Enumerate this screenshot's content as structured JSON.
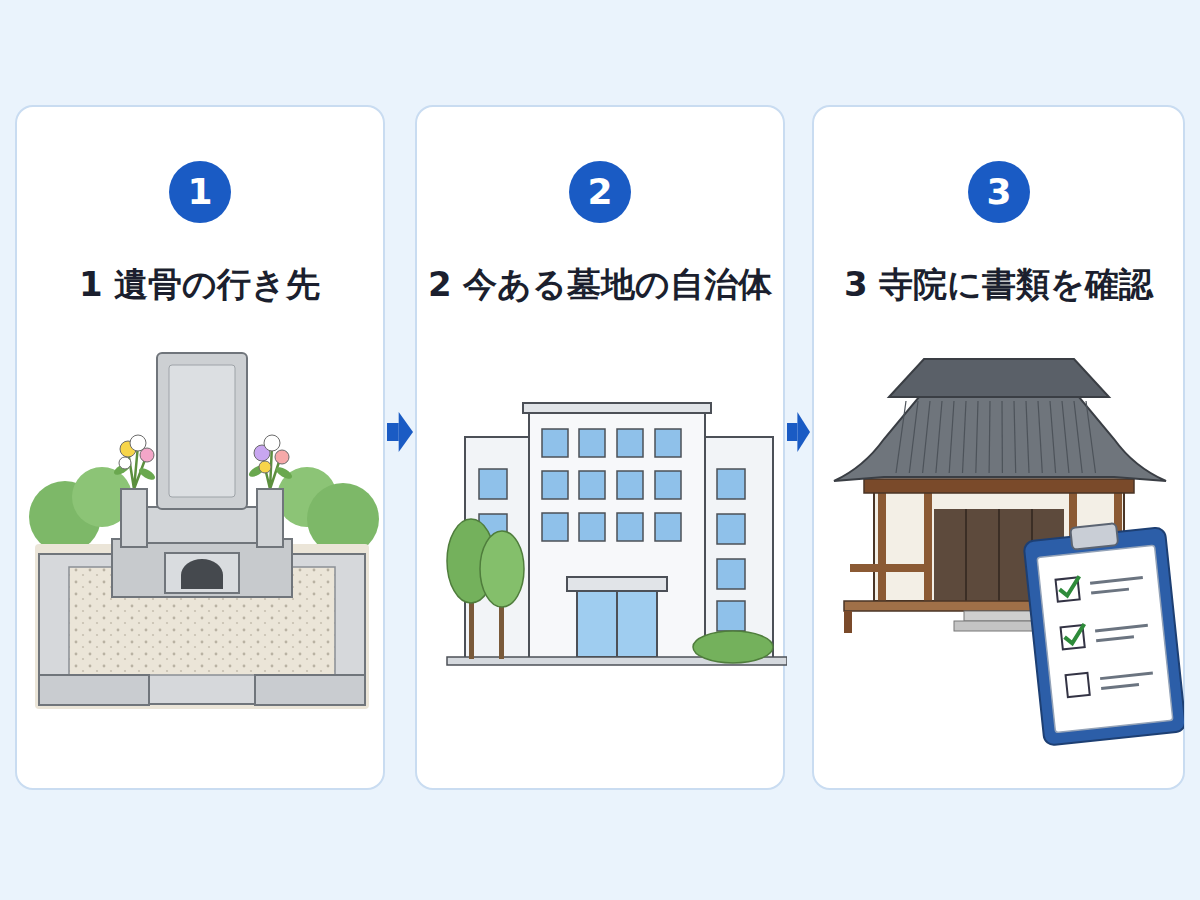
{
  "diagram": {
    "nodes": [
      {
        "text": [
          "1 遺骨の行き先"
        ]
      },
      {
        "text": [
          "1"
        ],
        "in": 0
      },
      {
        "text": [
          "2 今ある墓地の自治体"
        ]
      },
      {
        "text": [
          "2"
        ],
        "in": 2
      },
      {
        "text": [
          "3 寺院に書類を確認"
        ]
      },
      {
        "text": [
          "3"
        ],
        "in": 4
      }
    ],
    "edges": [
      {
        "from": 0,
        "to": 2,
        "arrow": "to"
      },
      {
        "from": 2,
        "to": 4,
        "arrow": "to"
      }
    ]
  }
}
